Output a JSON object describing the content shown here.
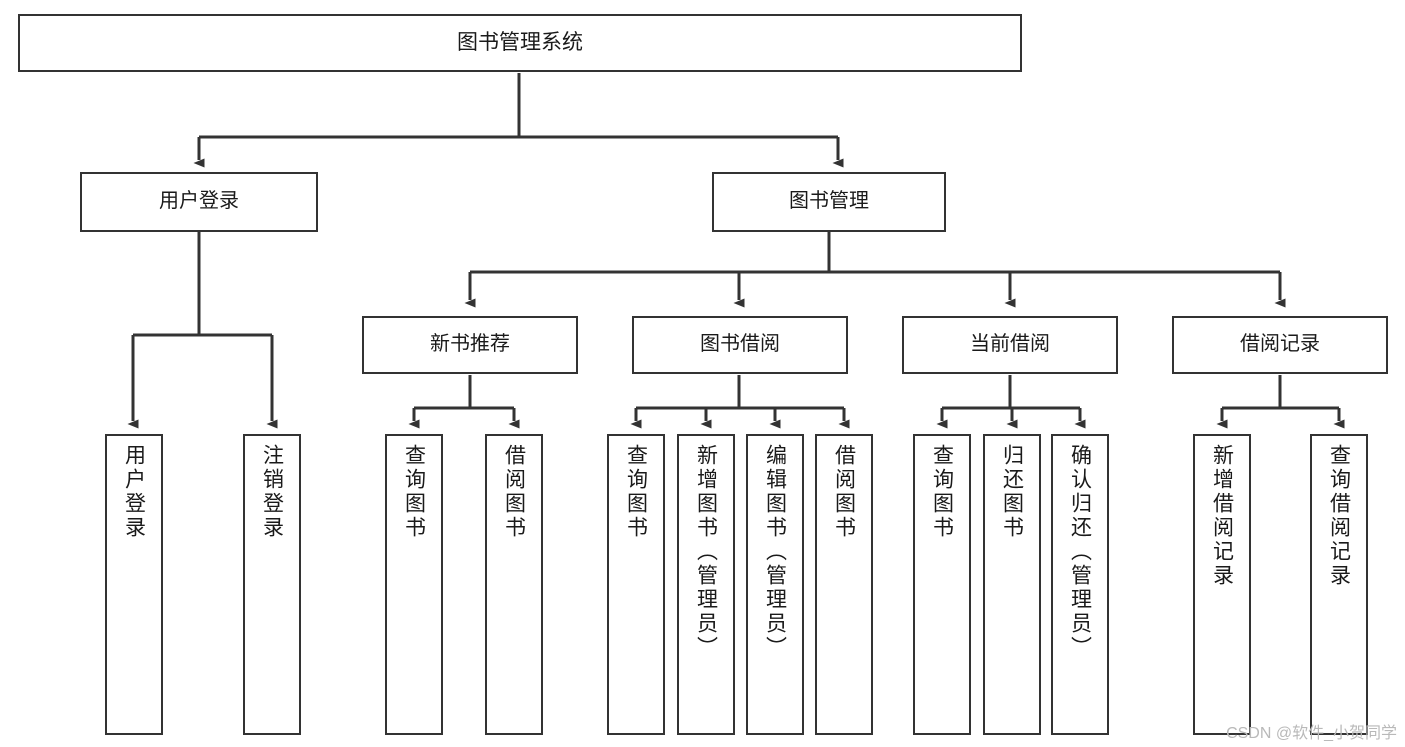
{
  "diagram": {
    "title": "图书管理系统",
    "type": "tree",
    "colors": {
      "stroke": "#333333",
      "fill": "#ffffff",
      "text": "#1a1a1a",
      "watermark": "#b9b9b9"
    },
    "root": {
      "label": "图书管理系统"
    },
    "level1": [
      {
        "label": "用户登录"
      },
      {
        "label": "图书管理"
      }
    ],
    "level2": [
      {
        "label": "新书推荐"
      },
      {
        "label": "图书借阅"
      },
      {
        "label": "当前借阅"
      },
      {
        "label": "借阅记录"
      }
    ],
    "leaves": {
      "user_login": [
        {
          "label": "用户登录"
        },
        {
          "label": "注销登录"
        }
      ],
      "new_book_recommend": [
        {
          "label": "查询图书"
        },
        {
          "label": "借阅图书"
        }
      ],
      "book_borrow": [
        {
          "label": "查询图书"
        },
        {
          "label": "新增图书（管理员）"
        },
        {
          "label": "编辑图书（管理员）"
        },
        {
          "label": "借阅图书"
        }
      ],
      "current_borrow": [
        {
          "label": "查询图书"
        },
        {
          "label": "归还图书"
        },
        {
          "label": "确认归还（管理员）"
        }
      ],
      "borrow_record": [
        {
          "label": "新增借阅记录"
        },
        {
          "label": "查询借阅记录"
        }
      ]
    },
    "watermark": "CSDN @软件_小贺同学"
  }
}
